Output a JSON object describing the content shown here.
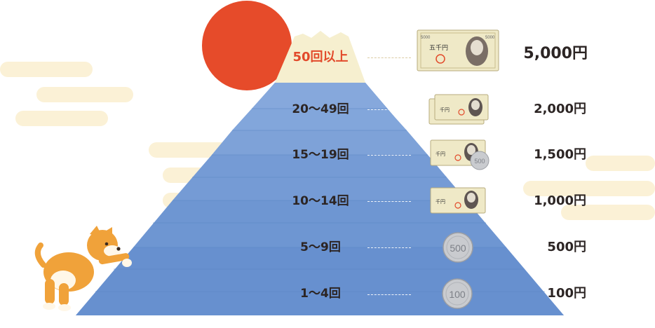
{
  "tiers": [
    {
      "range": "50回以上",
      "reward": "5,000円",
      "item": "5000-yen-bill-icon"
    },
    {
      "range": "20～49回",
      "reward": "2,000円",
      "item": "two-1000-yen-bills-icon"
    },
    {
      "range": "15～19回",
      "reward": "1,500円",
      "item": "1000-yen-bill-and-500-coin-icon"
    },
    {
      "range": "10～14回",
      "reward": "1,000円",
      "item": "1000-yen-bill-icon"
    },
    {
      "range": "5～9回",
      "reward": "500円",
      "item": "500-yen-coin-icon"
    },
    {
      "range": "1～4回",
      "reward": "100円",
      "item": "100-yen-coin-icon"
    }
  ],
  "colors": {
    "sun": "#e64b2a",
    "mountain_blue": "#6b97d2",
    "snow_cap": "#f6efcf",
    "cloud": "#fbf1d6",
    "banknote": "#efe9c7",
    "coin": "#c9cbcf",
    "dog": "#f0a23a"
  },
  "bills": {
    "bill_5000": {
      "denomination": "5000",
      "kanji": "五千円"
    },
    "bill_1000": {
      "denomination": "1000",
      "kanji": "千円"
    }
  },
  "coins": {
    "coin_500": "500",
    "coin_100": "100"
  }
}
